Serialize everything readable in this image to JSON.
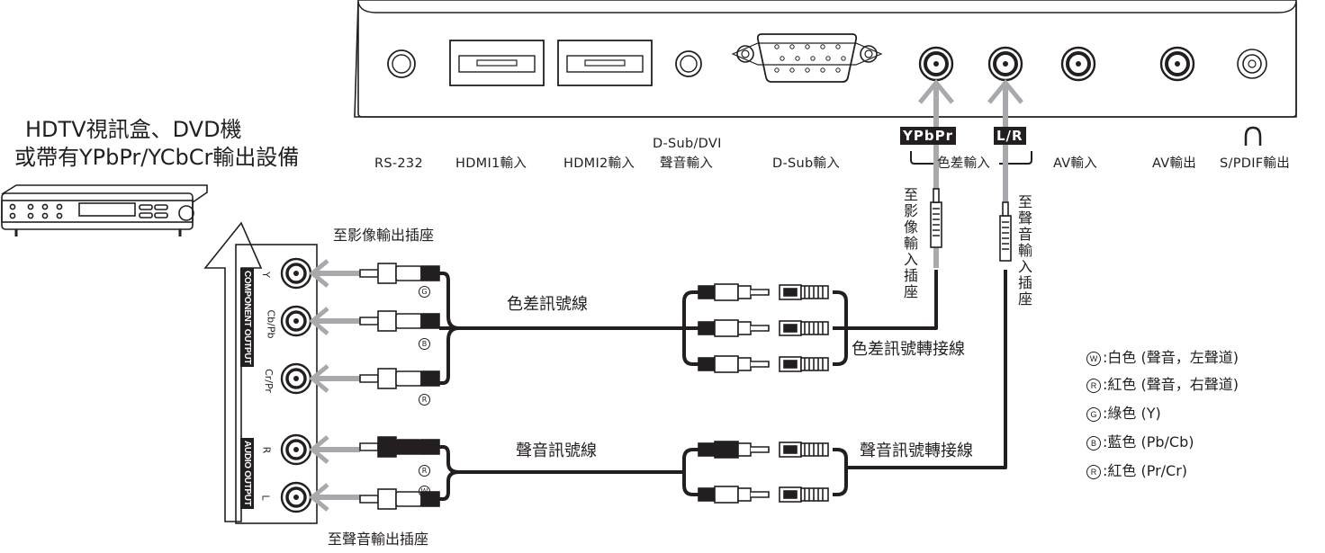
{
  "source_device": {
    "line1": "HDTV視訊盒、DVD機",
    "line2": "或帶有YPbPr/YCbCr輸出設備"
  },
  "tv_ports": {
    "rs232": "RS-232",
    "hdmi1": "HDMI1輸入",
    "hdmi2": "HDMI2輸入",
    "dsub_audio_line1": "D-Sub/DVI",
    "dsub_audio_line2": "聲音輸入",
    "dsub": "D-Sub輸入",
    "ypbpr_tag": "YPbPr",
    "lr_tag": "L/R",
    "component_in": "色差輸入",
    "av_in": "AV輸入",
    "av_out": "AV輸出",
    "spdif_out": "S/PDIF輸出"
  },
  "source_panel": {
    "component_output": "COMPONENT OUTPUT",
    "audio_output": "AUDIO OUTPUT",
    "jack_y": "Y",
    "jack_cb": "Cb/Pb",
    "jack_cr": "Cr/Pr",
    "jack_r": "R",
    "jack_l": "L"
  },
  "labels": {
    "to_video_out": "至影像輸出插座",
    "to_audio_out": "至聲音輸出插座",
    "component_cable": "色差訊號線",
    "component_adapter": "色差訊號轉接線",
    "audio_cable": "聲音訊號線",
    "audio_adapter": "聲音訊號轉接線",
    "to_video_in": "至影像輸入插座",
    "to_audio_in": "至聲音輸入插座"
  },
  "legend": [
    {
      "key": "W",
      "text": ":白色 (聲音，左聲道)"
    },
    {
      "key": "R",
      "text": ":紅色 (聲音，右聲道)"
    },
    {
      "key": "G",
      "text": ":綠色 (Y)"
    },
    {
      "key": "B",
      "text": ":藍色 (Pb/Cb)"
    },
    {
      "key": "R",
      "text": ":紅色 (Pr/Cr)"
    }
  ],
  "plug_marks": [
    "G",
    "B",
    "R",
    "R",
    "W"
  ],
  "colors": {
    "ink": "#231f20",
    "arrow": "#a7a9ac"
  }
}
